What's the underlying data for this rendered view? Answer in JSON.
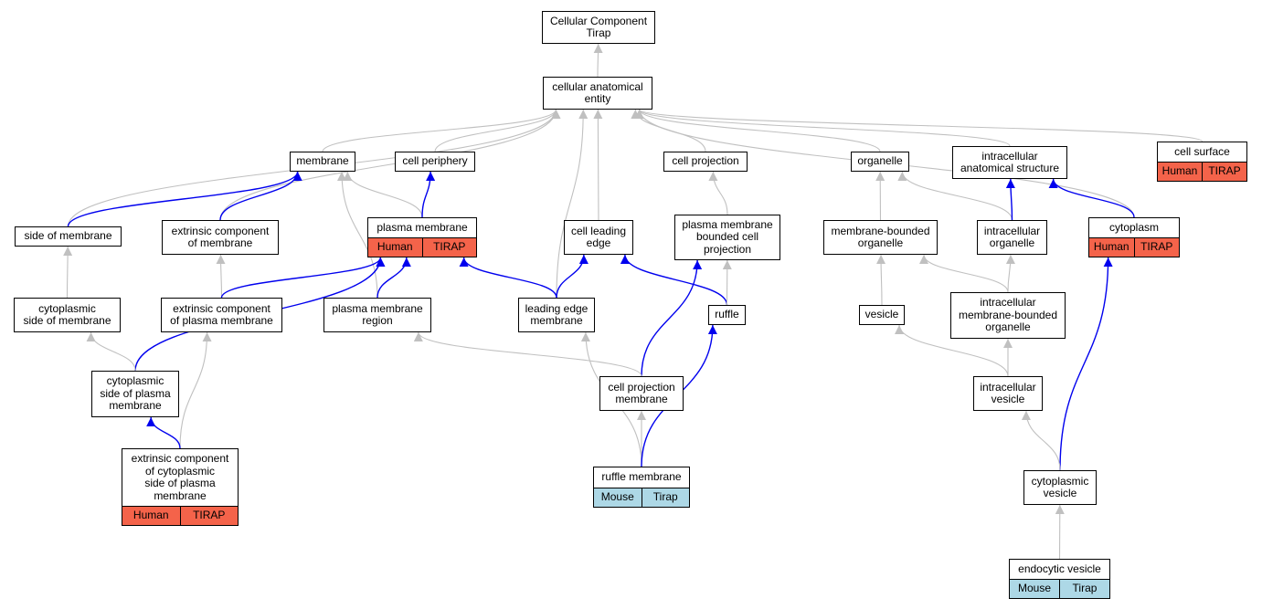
{
  "colors": {
    "gray_edge": "#c0c0c0",
    "blue_edge": "#0000ee",
    "human": "#f4634a",
    "mouse": "#add8e6"
  },
  "nodes": {
    "root": {
      "label": "Cellular Component\nTirap"
    },
    "cae": {
      "label": "cellular anatomical\nentity"
    },
    "membrane": {
      "label": "membrane"
    },
    "cell_periphery": {
      "label": "cell periphery"
    },
    "cell_projection": {
      "label": "cell projection"
    },
    "organelle": {
      "label": "organelle"
    },
    "intracellular_anat": {
      "label": "intracellular\nanatomical structure"
    },
    "cell_surface": {
      "label": "cell surface",
      "tags": [
        "Human",
        "TIRAP"
      ]
    },
    "side_of_membrane": {
      "label": "side of membrane"
    },
    "extrinsic_membrane": {
      "label": "extrinsic component\nof membrane"
    },
    "plasma_membrane": {
      "label": "plasma membrane",
      "tags": [
        "Human",
        "TIRAP"
      ]
    },
    "cell_leading_edge": {
      "label": "cell leading\nedge"
    },
    "pm_bounded_projection": {
      "label": "plasma membrane\nbounded cell\nprojection"
    },
    "membrane_bounded_organelle": {
      "label": "membrane-bounded\norganelle"
    },
    "intracellular_organelle": {
      "label": "intracellular\norganelle"
    },
    "cytoplasm": {
      "label": "cytoplasm",
      "tags": [
        "Human",
        "TIRAP"
      ]
    },
    "cyto_side_membrane": {
      "label": "cytoplasmic\nside of membrane"
    },
    "extrinsic_pm": {
      "label": "extrinsic component\nof plasma membrane"
    },
    "pm_region": {
      "label": "plasma membrane\nregion"
    },
    "leading_edge_membrane": {
      "label": "leading edge\nmembrane"
    },
    "ruffle": {
      "label": "ruffle"
    },
    "vesicle": {
      "label": "vesicle"
    },
    "intra_mb_organelle": {
      "label": "intracellular\nmembrane-bounded\norganelle"
    },
    "cyto_side_pm": {
      "label": "cytoplasmic\nside of plasma\nmembrane"
    },
    "cell_projection_membrane": {
      "label": "cell projection\nmembrane"
    },
    "intracellular_vesicle": {
      "label": "intracellular\nvesicle"
    },
    "extrinsic_cyto_side_pm": {
      "label": "extrinsic component\nof cytoplasmic\nside of plasma\nmembrane",
      "tags": [
        "Human",
        "TIRAP"
      ]
    },
    "ruffle_membrane": {
      "label": "ruffle membrane",
      "tags": [
        "Mouse",
        "Tirap"
      ]
    },
    "cytoplasmic_vesicle": {
      "label": "cytoplasmic\nvesicle"
    },
    "endocytic_vesicle": {
      "label": "endocytic vesicle",
      "tags": [
        "Mouse",
        "Tirap"
      ]
    }
  },
  "edges": [
    {
      "from": "cae",
      "to": "root",
      "kind": "gray"
    },
    {
      "from": "membrane",
      "to": "cae",
      "kind": "gray"
    },
    {
      "from": "cell_periphery",
      "to": "cae",
      "kind": "gray"
    },
    {
      "from": "cell_projection",
      "to": "cae",
      "kind": "gray"
    },
    {
      "from": "organelle",
      "to": "cae",
      "kind": "gray"
    },
    {
      "from": "intracellular_anat",
      "to": "cae",
      "kind": "gray"
    },
    {
      "from": "cell_surface",
      "to": "cae",
      "kind": "gray"
    },
    {
      "from": "side_of_membrane",
      "to": "cae",
      "kind": "gray"
    },
    {
      "from": "extrinsic_membrane",
      "to": "cae",
      "kind": "gray"
    },
    {
      "from": "cell_leading_edge",
      "to": "cae",
      "kind": "gray"
    },
    {
      "from": "leading_edge_membrane",
      "to": "cae",
      "kind": "gray"
    },
    {
      "from": "cytoplasm",
      "to": "cae",
      "kind": "gray"
    },
    {
      "from": "side_of_membrane",
      "to": "membrane",
      "kind": "blue"
    },
    {
      "from": "extrinsic_membrane",
      "to": "membrane",
      "kind": "blue"
    },
    {
      "from": "plasma_membrane",
      "to": "membrane",
      "kind": "gray"
    },
    {
      "from": "pm_region",
      "to": "membrane",
      "kind": "gray"
    },
    {
      "from": "plasma_membrane",
      "to": "cell_periphery",
      "kind": "blue"
    },
    {
      "from": "pm_bounded_projection",
      "to": "cell_projection",
      "kind": "gray"
    },
    {
      "from": "membrane_bounded_organelle",
      "to": "organelle",
      "kind": "gray"
    },
    {
      "from": "intracellular_organelle",
      "to": "organelle",
      "kind": "gray"
    },
    {
      "from": "intracellular_organelle",
      "to": "intracellular_anat",
      "kind": "blue"
    },
    {
      "from": "cytoplasm",
      "to": "intracellular_anat",
      "kind": "blue"
    },
    {
      "from": "cyto_side_membrane",
      "to": "side_of_membrane",
      "kind": "gray"
    },
    {
      "from": "extrinsic_pm",
      "to": "extrinsic_membrane",
      "kind": "gray"
    },
    {
      "from": "extrinsic_pm",
      "to": "plasma_membrane",
      "kind": "blue"
    },
    {
      "from": "pm_region",
      "to": "plasma_membrane",
      "kind": "blue"
    },
    {
      "from": "leading_edge_membrane",
      "to": "plasma_membrane",
      "kind": "blue"
    },
    {
      "from": "cyto_side_pm",
      "to": "plasma_membrane",
      "kind": "blue"
    },
    {
      "from": "leading_edge_membrane",
      "to": "cell_leading_edge",
      "kind": "blue"
    },
    {
      "from": "ruffle",
      "to": "cell_leading_edge",
      "kind": "blue"
    },
    {
      "from": "ruffle",
      "to": "pm_bounded_projection",
      "kind": "gray"
    },
    {
      "from": "cell_projection_membrane",
      "to": "pm_bounded_projection",
      "kind": "blue"
    },
    {
      "from": "vesicle",
      "to": "membrane_bounded_organelle",
      "kind": "gray"
    },
    {
      "from": "intra_mb_organelle",
      "to": "membrane_bounded_organelle",
      "kind": "gray"
    },
    {
      "from": "intra_mb_organelle",
      "to": "intracellular_organelle",
      "kind": "gray"
    },
    {
      "from": "cytoplasmic_vesicle",
      "to": "cytoplasm",
      "kind": "blue"
    },
    {
      "from": "cyto_side_pm",
      "to": "cyto_side_membrane",
      "kind": "gray"
    },
    {
      "from": "extrinsic_cyto_side_pm",
      "to": "extrinsic_pm",
      "kind": "gray"
    },
    {
      "from": "extrinsic_cyto_side_pm",
      "to": "cyto_side_pm",
      "kind": "blue"
    },
    {
      "from": "cell_projection_membrane",
      "to": "pm_region",
      "kind": "gray"
    },
    {
      "from": "ruffle_membrane",
      "to": "cell_projection_membrane",
      "kind": "gray"
    },
    {
      "from": "ruffle_membrane",
      "to": "leading_edge_membrane",
      "kind": "gray"
    },
    {
      "from": "ruffle_membrane",
      "to": "ruffle",
      "kind": "blue"
    },
    {
      "from": "intracellular_vesicle",
      "to": "vesicle",
      "kind": "gray"
    },
    {
      "from": "intracellular_vesicle",
      "to": "intra_mb_organelle",
      "kind": "gray"
    },
    {
      "from": "cytoplasmic_vesicle",
      "to": "intracellular_vesicle",
      "kind": "gray"
    },
    {
      "from": "endocytic_vesicle",
      "to": "cytoplasmic_vesicle",
      "kind": "gray"
    }
  ]
}
